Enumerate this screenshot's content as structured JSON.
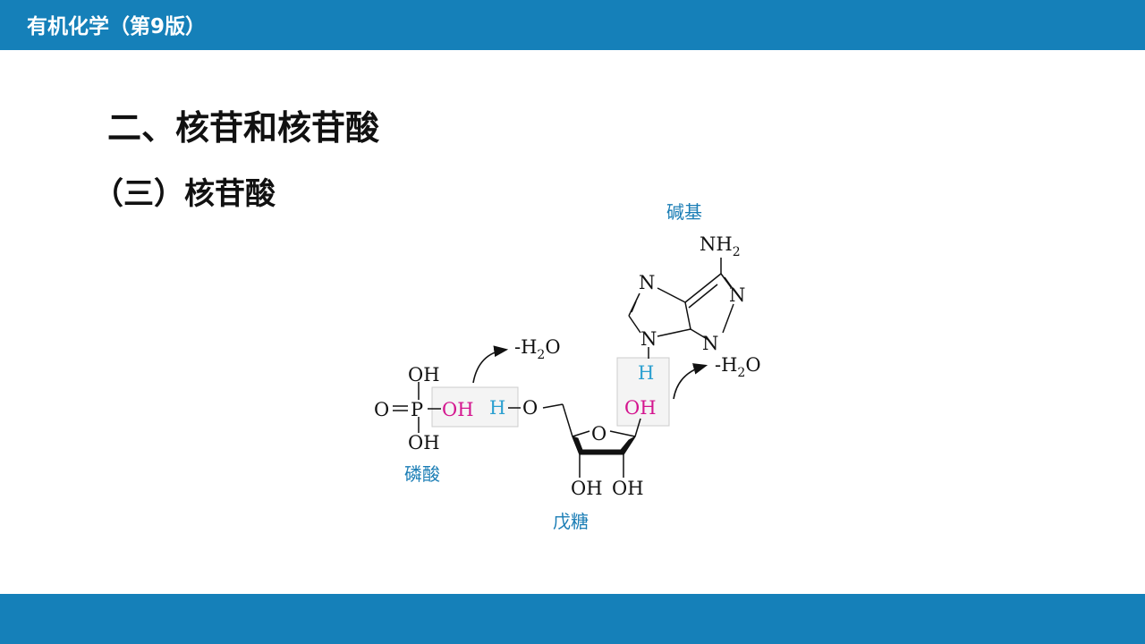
{
  "header": {
    "title": "有机化学（第9版）"
  },
  "slide": {
    "heading": "二、核苷和核苷酸",
    "subheading": "（三）核苷酸"
  },
  "diagram": {
    "labels": {
      "base": "碱基",
      "phosphate": "磷酸",
      "pentose": "戊糖"
    },
    "atoms": {
      "nh": "NH",
      "sub2": "2",
      "n": "N",
      "h": "H",
      "o": "O",
      "oh": "OH",
      "p": "P",
      "ho_prefix": "-H",
      "h2o_suffix": "O"
    },
    "colors": {
      "bar": "#1580b9",
      "label": "#1a7db5",
      "hydroxyl_highlight": "#d4168f",
      "hydrogen_highlight": "#2a9fd0",
      "box_fill": "#f4f4f4",
      "box_stroke": "#cccccc"
    }
  }
}
